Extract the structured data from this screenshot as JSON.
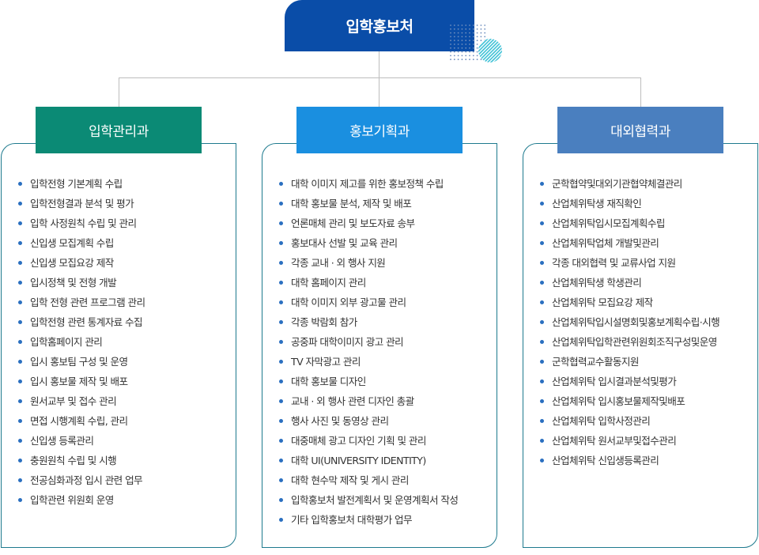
{
  "root": {
    "title": "입학홍보처"
  },
  "colors": {
    "root": "#0a4da8",
    "admissions": "#0b8a75",
    "pr": "#1a8fe0",
    "external": "#4a7fbf",
    "border": "#1e7a8e",
    "bullet": "#2a6fc0"
  },
  "departments": [
    {
      "name": "입학관리과",
      "items": [
        "입학전형 기본계획 수립",
        "입학전형결과 분석 및 평가",
        "입학 사정원칙 수립 및 관리",
        "신입생 모집계획 수립",
        "신입생 모집요강 제작",
        "입시정책 및 전형 개발",
        "입학 전형 관련 프로그램 관리",
        "입학전형 관련 통계자료 수집",
        "입학홈페이지 관리",
        "입시 홍보팀 구성 및 운영",
        "입시 홍보물 제작 및 배포",
        "원서교부 및 접수 관리",
        "면접 시행계획 수립, 관리",
        "신입생 등록관리",
        "충원원칙 수립 및 시행",
        "전공심화과정 입시 관련 업무",
        "입학관련 위원회 운영"
      ]
    },
    {
      "name": "홍보기획과",
      "items": [
        "대학 이미지 제고를 위한 홍보정책 수립",
        "대학 홍보물 분석, 제작 및 배포",
        "언론매체 관리 및 보도자료 송부",
        "홍보대사 선발 및 교육 관리",
        "각종 교내 · 외 행사 지원",
        "대학 홈페이지 관리",
        "대학 이미지 외부 광고물 관리",
        "각종 박람회 참가",
        "공중파 대학이미지 광고 관리",
        "TV 자막광고 관리",
        "대학 홍보물 디자인",
        "교내 · 외 행사 관련 디자인 총괄",
        "행사 사진 및 동영상 관리",
        "대중매체 광고 디자인 기획 및 관리",
        "대학 UI(UNIVERSITY IDENTITY)",
        "대학 현수막 제작 및 게시 관리",
        "입학홍보처 발전계획서 및 운영계획서 작성",
        "기타 입학홍보처 대학평가 업무"
      ]
    },
    {
      "name": "대외협력과",
      "items": [
        "군학협약및대외기관협약체결관리",
        "산업체위탁생 재직확인",
        "산업체위탁입시모집계획수립",
        "산업체위탁업체 개발및관리",
        "각종 대외협력 및 교류사업 지원",
        "산업체위탁생 학생관리",
        "산업체위탁 모집요강 제작",
        "산업체위탁입시설명회및홍보계획수립·시행",
        "산업체위탁입학관련위원회조직구성및운영",
        "군학협력교수활동지원",
        "산업체위탁 입시결과분석및평가",
        "산업체위탁 입시홍보물제작및배포",
        "산업체위탁 입학사정관리",
        "산업체위탁 원서교부및접수관리",
        "산업체위탁 신입생등록관리"
      ]
    }
  ]
}
